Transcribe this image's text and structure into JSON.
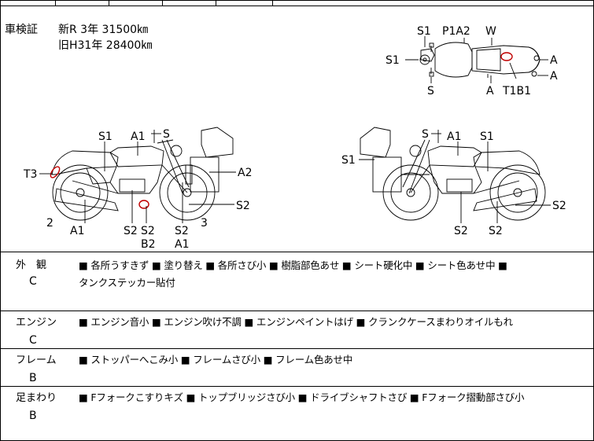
{
  "registration": {
    "label": "車検証",
    "new_line": "新R 3年 31500㎞",
    "old_line": "旧H31年 28400㎞"
  },
  "diagram_labels": {
    "top": {
      "s1_a": "S1",
      "p1a2": "P1A2",
      "w": "W",
      "s1_b": "S1",
      "a_r1": "A",
      "a_r2": "A",
      "s": "S",
      "a_bottom": "A",
      "t1b1": "T1B1"
    },
    "left": {
      "s1": "S1",
      "a1": "A1",
      "s_top": "S",
      "t3": "T3",
      "a2": "A2",
      "s2_right": "S2",
      "n2": "2",
      "a1_bottom": "A1",
      "s2_b1": "S2",
      "s2_b2": "S2",
      "b2": "B2",
      "s2_b3": "S2",
      "a1_b3": "A1",
      "n3": "3"
    },
    "right": {
      "s_top": "S",
      "a1": "A1",
      "s1_top": "S1",
      "s1_left": "S1",
      "s2_right": "S2",
      "s2_b1": "S2",
      "s2_b2": "S2"
    }
  },
  "conditions": [
    {
      "label": "外　観",
      "grade": "C",
      "text": "■ 各所うすきず ■ 塗り替え ■ 各所さび小 ■ 樹脂部色あせ ■ シート硬化中 ■ シート色あせ中 ■",
      "text2": "タンクステッカー貼付"
    },
    {
      "label": "エンジン",
      "grade": "C",
      "text": "■ エンジン音小 ■ エンジン吹け不調 ■ エンジンペイントはげ ■ クランクケースまわりオイルもれ",
      "text2": ""
    },
    {
      "label": "フレーム",
      "grade": "B",
      "text": "■ ストッパーへこみ小 ■ フレームさび小 ■ フレーム色あせ中",
      "text2": ""
    },
    {
      "label": "足まわり",
      "grade": "B",
      "text": "■ Fフォークこすりキズ ■ トップブリッジさび小 ■ ドライブシャフトさび ■ Fフォーク摺動部さび小",
      "text2": ""
    }
  ]
}
